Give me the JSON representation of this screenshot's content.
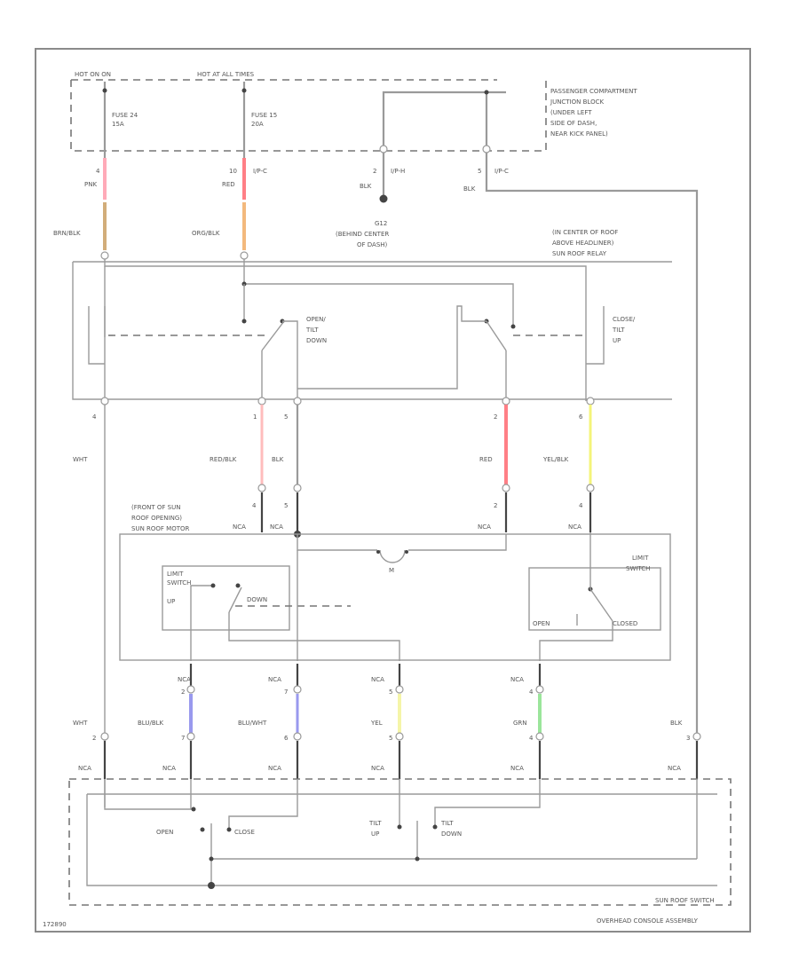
{
  "power": {
    "hot_start": "HOT ON ON",
    "hot_always": "HOT AT ALL TIMES",
    "fuse_a": "FUSE 24",
    "fuse_a_amp": "15A",
    "fuse_b": "FUSE 15",
    "fuse_b_amp": "20A"
  },
  "junction_block": [
    "PASSENGER COMPARTMENT",
    "JUNCTION BLOCK",
    "(UNDER LEFT",
    "SIDE OF DASH,",
    "NEAR KICK PANEL)"
  ],
  "top_pins": {
    "p1_num": "4",
    "p1_wire": "PNK",
    "p2_num": "10",
    "p2_conn": "I/P-C",
    "p2_wire": "RED",
    "p3_num": "2",
    "p3_conn": "I/P-H",
    "p3_wire": "BLK",
    "p4_num": "5",
    "p4_conn": "I/P-C",
    "p4_wire": "BLK"
  },
  "wires": {
    "brn_blk": "BRN/BLK",
    "org_blk": "ORG/BLK"
  },
  "ground_g1": [
    "G12",
    "(BEHIND CENTER",
    "OF DASH)"
  ],
  "relay_label": [
    "(IN CENTER OF ROOF",
    "ABOVE HEADLINER)",
    "SUN ROOF RELAY"
  ],
  "relay_switch_left": [
    "OPEN/",
    "TILT",
    "DOWN"
  ],
  "relay_switch_right": [
    "CLOSE/",
    "TILT",
    "UP"
  ],
  "relay_pins": {
    "p4": "4",
    "p1": "1",
    "p5": "5",
    "p2": "2",
    "p6": "6"
  },
  "mid_wires": {
    "wht": "WHT",
    "red_blk": "RED/BLK",
    "blk": "BLK",
    "red": "RED",
    "yel_blk": "YEL/BLK"
  },
  "motor_pins": {
    "p4": "4",
    "p5": "5",
    "p2": "2",
    "p4b": "4"
  },
  "nca": "NCA",
  "motor_label": [
    "(FRONT OF SUN",
    "ROOF OPENING)",
    "SUN ROOF MOTOR"
  ],
  "motor_m": "M",
  "limit_left": {
    "title": [
      "LIMIT",
      "SWITCH"
    ],
    "up": "UP",
    "down": "DOWN"
  },
  "limit_right": {
    "title": [
      "LIMIT",
      "SWITCH"
    ],
    "open": "OPEN",
    "closed": "CLOSED"
  },
  "lower_pins": {
    "a_num": "2",
    "b_num": "7",
    "c_num": "5",
    "d_num": "4"
  },
  "lower_wires": {
    "wht": "WHT",
    "blu_blk": "BLU/BLK",
    "blu_wht": "BLU/WHT",
    "yel": "YEL",
    "grn": "GRN",
    "blk": "BLK"
  },
  "bottom_pins": {
    "wht": "2",
    "blu_blk": "7",
    "blu_wht": "6",
    "yel": "5",
    "grn": "4",
    "blk": "3"
  },
  "switch_labels": {
    "open": "OPEN",
    "close": "CLOSE",
    "tilt_up": [
      "TILT",
      "UP"
    ],
    "tilt_down": [
      "TILT",
      "DOWN"
    ]
  },
  "switch_assembly": [
    "SUN ROOF SWITCH",
    "OVERHEAD CONSOLE ASSEMBLY"
  ],
  "diagram_id": "172890",
  "colors": {
    "pnk": "#ffaab8",
    "brn": "#d2ad7a",
    "org": "#f3b97d",
    "red": "#ff7f86",
    "yel": "#f4f47a",
    "blu": "#9999ee",
    "yel2": "#f5f5a8",
    "grn": "#9be59b"
  }
}
